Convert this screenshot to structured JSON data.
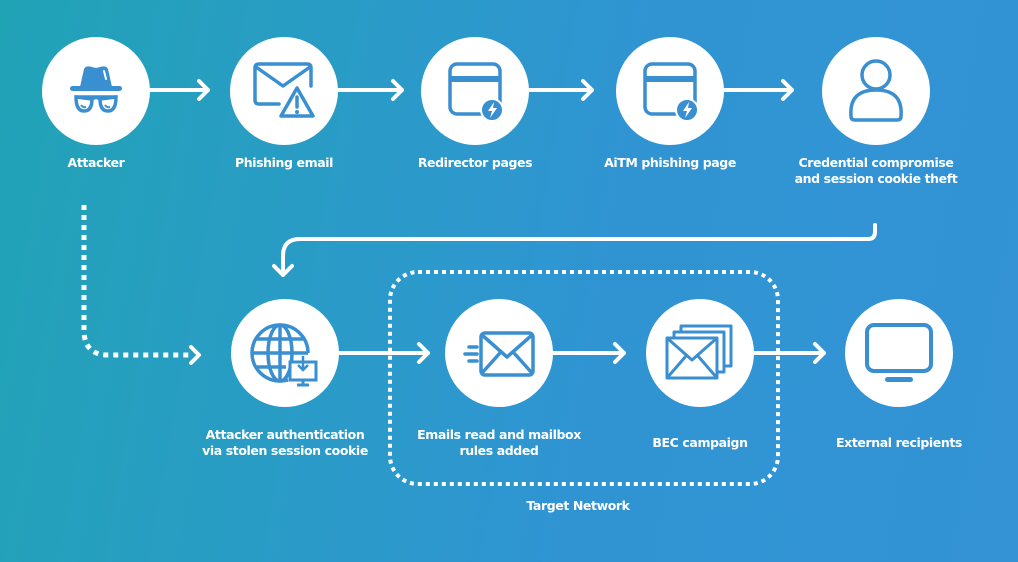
{
  "diagram": {
    "title": "AiTM phishing and BEC attack chain",
    "colors": {
      "background_start": "#21a3b6",
      "background_end": "#3393d4",
      "icon": "#3a8fd0",
      "node_fill": "#ffffff",
      "connector": "#ffffff"
    },
    "nodes": [
      {
        "id": "attacker",
        "label": "Attacker",
        "icon": "spy-hat-glasses-icon"
      },
      {
        "id": "phishing-email",
        "label": "Phishing email",
        "icon": "envelope-warning-icon"
      },
      {
        "id": "redirector-pages",
        "label": "Redirector pages",
        "icon": "browser-lightning-icon"
      },
      {
        "id": "aitm-page",
        "label": "AiTM phishing page",
        "icon": "browser-lightning-icon"
      },
      {
        "id": "credential-compromise",
        "label": "Credential compromise and session cookie theft",
        "icon": "user-icon"
      },
      {
        "id": "attacker-auth",
        "label": "Attacker authentication via stolen session cookie",
        "icon": "globe-download-icon"
      },
      {
        "id": "emails-read",
        "label": "Emails read and mailbox rules added",
        "icon": "envelope-fast-icon"
      },
      {
        "id": "bec-campaign",
        "label": "BEC campaign",
        "icon": "stacked-envelopes-icon"
      },
      {
        "id": "external-recipients",
        "label": "External recipients",
        "icon": "monitor-icon"
      }
    ],
    "edges": [
      {
        "from": "attacker",
        "to": "phishing-email",
        "style": "solid"
      },
      {
        "from": "phishing-email",
        "to": "redirector-pages",
        "style": "solid"
      },
      {
        "from": "redirector-pages",
        "to": "aitm-page",
        "style": "solid"
      },
      {
        "from": "aitm-page",
        "to": "credential-compromise",
        "style": "solid"
      },
      {
        "from": "credential-compromise",
        "to": "attacker-auth",
        "style": "solid"
      },
      {
        "from": "attacker",
        "to": "attacker-auth",
        "style": "dotted"
      },
      {
        "from": "attacker-auth",
        "to": "emails-read",
        "style": "solid"
      },
      {
        "from": "emails-read",
        "to": "bec-campaign",
        "style": "solid"
      },
      {
        "from": "bec-campaign",
        "to": "external-recipients",
        "style": "solid"
      }
    ],
    "group": {
      "label": "Target Network",
      "members": [
        "emails-read",
        "bec-campaign"
      ],
      "style": "dotted"
    }
  }
}
